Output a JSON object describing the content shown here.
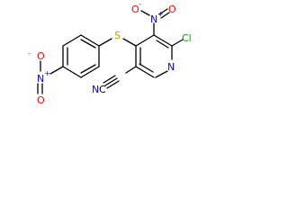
{
  "molecule": {
    "colors": {
      "bond": "#000000",
      "oxygen": "#ff0000",
      "nitrogen": "#0000ff",
      "sulfur": "#b8a000",
      "chlorine": "#00aa00",
      "carbon": "#000000"
    },
    "labels": {
      "nitro_top_O": "O",
      "nitro_top_O_charge": "-",
      "nitro_top_N": "N",
      "nitro_top_N_charge": "+",
      "nitro_top_O2": "O",
      "sulfur": "S",
      "chlorine": "Cl",
      "ring_N": "N",
      "nitrile_N": "N",
      "nitrile_C": "C",
      "nitro_left_O": "O",
      "nitro_left_O_charge": "-",
      "nitro_left_N": "N",
      "nitro_left_N_charge": "+",
      "nitro_left_O2": "O"
    }
  }
}
